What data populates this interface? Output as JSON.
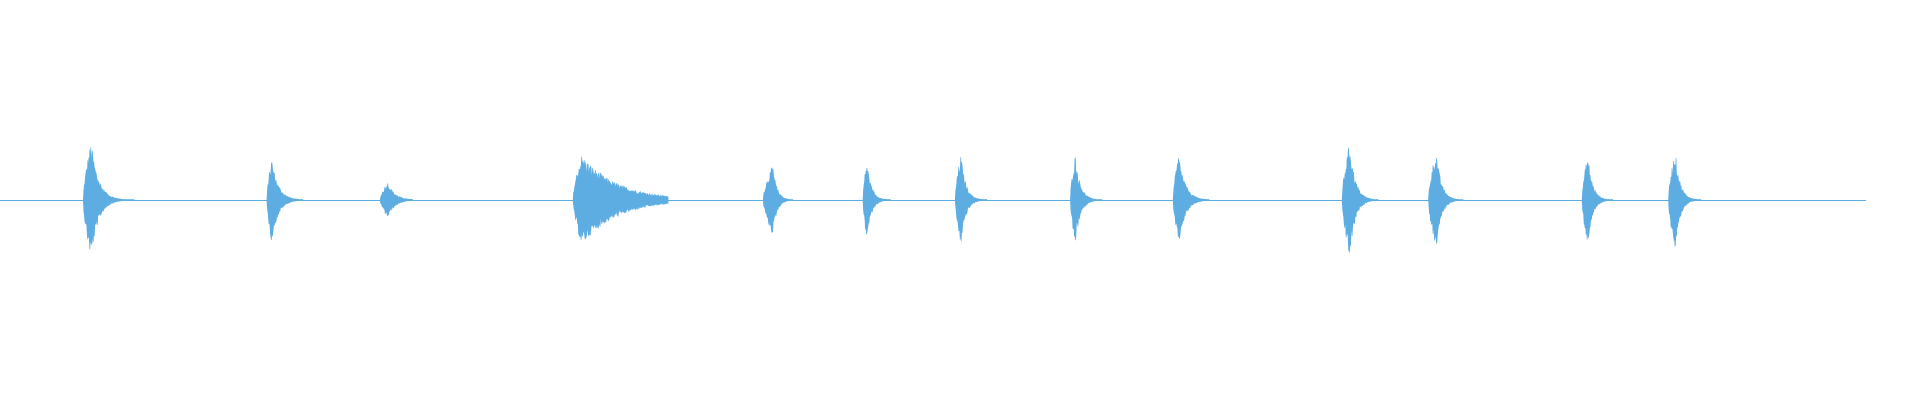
{
  "waveform": {
    "color": "#5DADE2",
    "background": "#FFFFFF",
    "peak_range": [
      -1,
      1
    ],
    "duration_fraction_end": 0.9719,
    "bursts": [
      {
        "start": 0.0434,
        "peak": 0.0475,
        "end": 0.07,
        "amplitude": 1.0,
        "attack": 0.25,
        "decay_shape": 0.18
      },
      {
        "start": 0.139,
        "peak": 0.1415,
        "end": 0.158,
        "amplitude": 0.72,
        "attack": 0.12,
        "decay_shape": 0.22
      },
      {
        "start": 0.198,
        "peak": 0.202,
        "end": 0.215,
        "amplitude": 0.31,
        "attack": 0.2,
        "decay_shape": 0.3
      },
      {
        "start": 0.2985,
        "peak": 0.303,
        "end": 0.348,
        "amplitude": 0.78,
        "attack": 0.08,
        "decay_shape": 0.45
      },
      {
        "start": 0.3975,
        "peak": 0.4025,
        "end": 0.413,
        "amplitude": 0.6,
        "attack": 0.3,
        "decay_shape": 0.22
      },
      {
        "start": 0.4495,
        "peak": 0.4515,
        "end": 0.464,
        "amplitude": 0.68,
        "attack": 0.14,
        "decay_shape": 0.2
      },
      {
        "start": 0.4975,
        "peak": 0.5005,
        "end": 0.514,
        "amplitude": 0.78,
        "attack": 0.18,
        "decay_shape": 0.2
      },
      {
        "start": 0.5575,
        "peak": 0.56,
        "end": 0.574,
        "amplitude": 0.78,
        "attack": 0.15,
        "decay_shape": 0.2
      },
      {
        "start": 0.611,
        "peak": 0.614,
        "end": 0.63,
        "amplitude": 0.78,
        "attack": 0.15,
        "decay_shape": 0.22
      },
      {
        "start": 0.699,
        "peak": 0.703,
        "end": 0.718,
        "amplitude": 1.0,
        "attack": 0.22,
        "decay_shape": 0.2
      },
      {
        "start": 0.744,
        "peak": 0.748,
        "end": 0.762,
        "amplitude": 0.85,
        "attack": 0.22,
        "decay_shape": 0.2
      },
      {
        "start": 0.824,
        "peak": 0.827,
        "end": 0.84,
        "amplitude": 0.78,
        "attack": 0.18,
        "decay_shape": 0.2
      },
      {
        "start": 0.869,
        "peak": 0.8725,
        "end": 0.886,
        "amplitude": 0.85,
        "attack": 0.22,
        "decay_shape": 0.2
      }
    ]
  }
}
